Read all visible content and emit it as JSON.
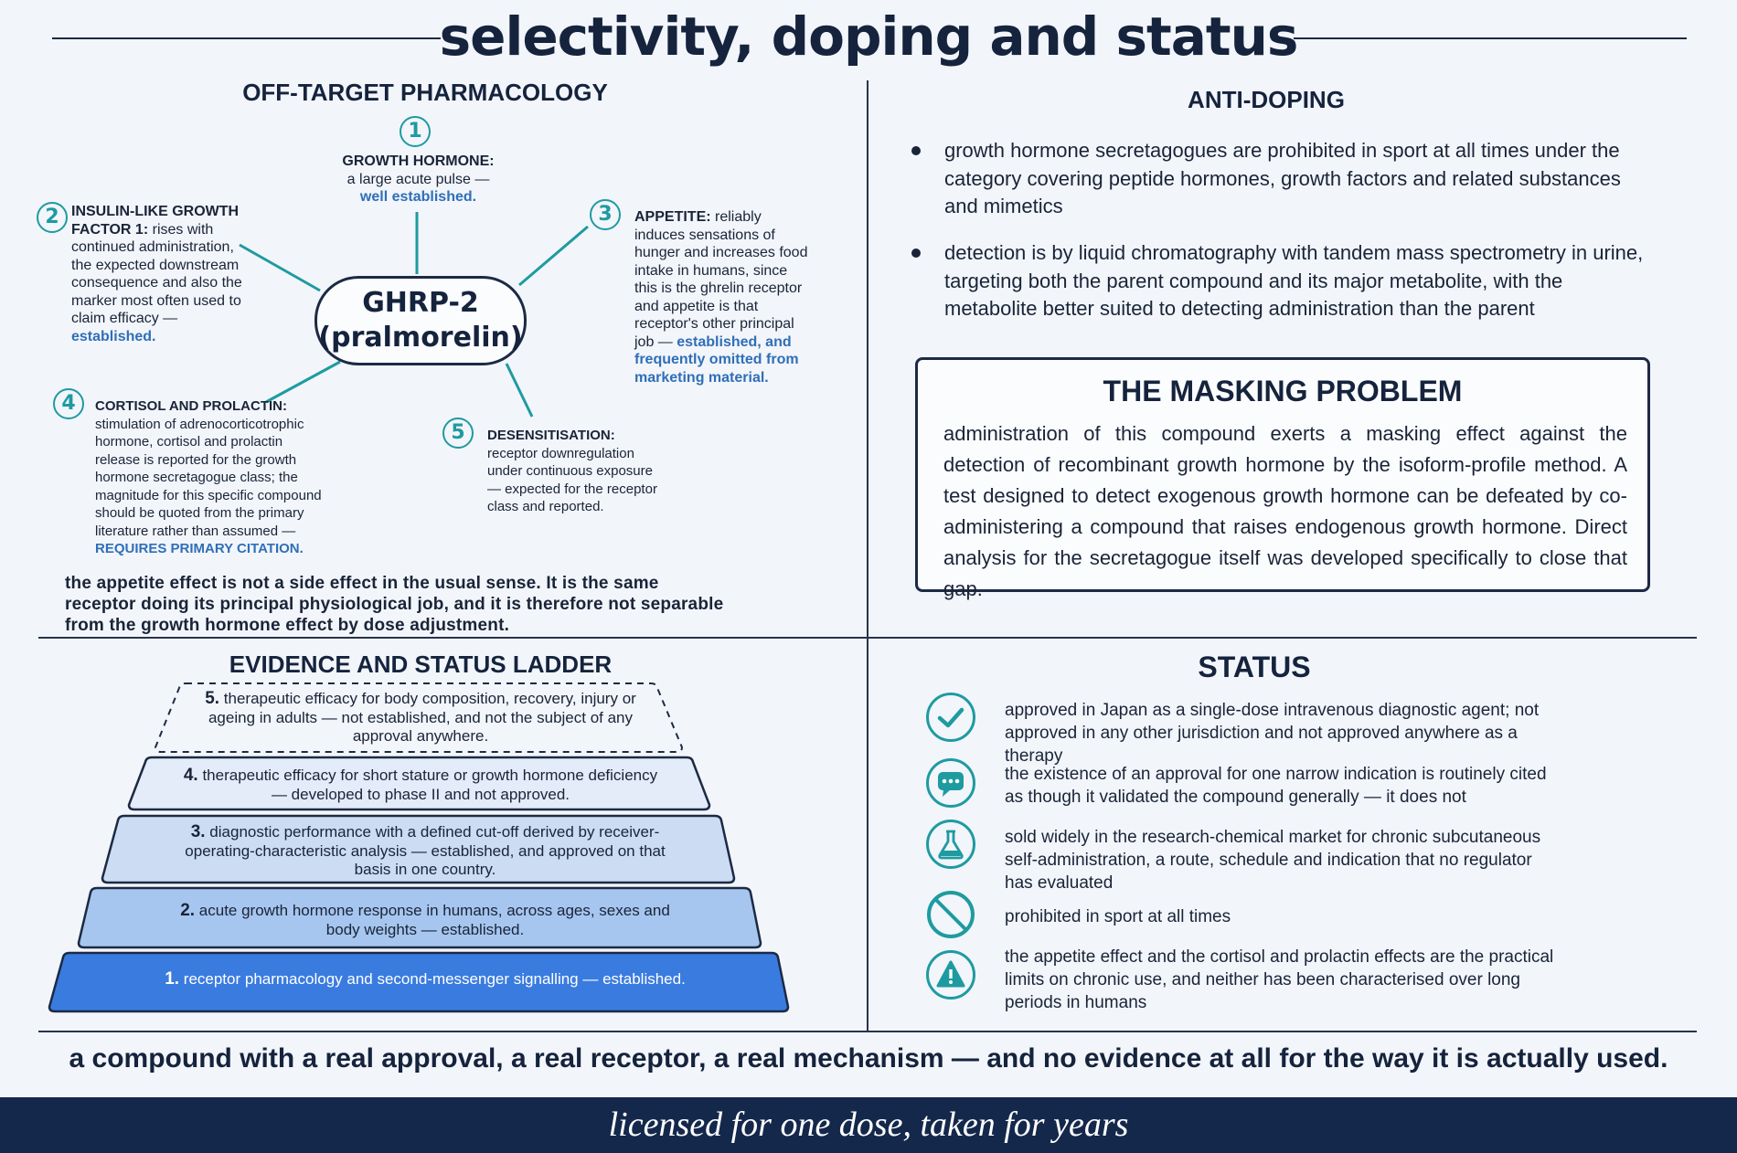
{
  "title": "selectivity, doping and status",
  "off_target": {
    "heading": "OFF-TARGET PHARMACOLOGY",
    "center": {
      "line1": "GHRP-2",
      "line2": "(pralmorelin)"
    },
    "nodes": [
      {
        "number": "1",
        "label": "GROWTH HORMONE:",
        "text": "a large acute pulse —",
        "status": "well established."
      },
      {
        "number": "2",
        "label": "INSULIN-LIKE GROWTH FACTOR 1:",
        "text": "rises with continued administration, the expected downstream consequence and also the marker most often used to claim efficacy —",
        "status": "established."
      },
      {
        "number": "3",
        "label": "APPETITE:",
        "text": "reliably induces sensations of hunger and increases food intake in humans, since this is the ghrelin receptor and appetite is that receptor's other principal job —",
        "status": "established, and frequently omitted from marketing material."
      },
      {
        "number": "4",
        "label": "CORTISOL AND PROLACTIN:",
        "text": "stimulation of adrenocorticotrophic hormone, cortisol and prolactin release is reported for the growth hormone secretagogue class; the magnitude for this specific compound should be quoted from the primary literature rather than assumed —",
        "status": "REQUIRES PRIMARY CITATION."
      },
      {
        "number": "5",
        "label": "DESENSITISATION:",
        "text": "receptor downregulation under continuous exposure — expected for the receptor class and reported."
      }
    ],
    "note": "the appetite effect is not a side effect in the usual sense. It is the same receptor doing its principal physiological job, and it is therefore not separable from the growth hormone effect by dose adjustment."
  },
  "anti_doping": {
    "heading": "ANTI-DOPING",
    "bullets": [
      "growth hormone secretagogues are prohibited in sport at all times under the category covering peptide hormones, growth factors and related substances and mimetics",
      "detection is by liquid chromatography with tandem mass spectrometry in urine, targeting both the parent compound and its major metabolite, with the metabolite better suited to detecting administration than the parent"
    ],
    "masking": {
      "title": "THE MASKING PROBLEM",
      "body": "administration of this compound exerts a masking effect against the detection of recombinant growth hormone by the isoform-profile method. A test designed to detect exogenous growth hormone can be defeated by co-administering a compound that raises endogenous growth hormone. Direct analysis for the secretagogue itself was developed specifically to close that gap."
    }
  },
  "ladder": {
    "heading": "EVIDENCE AND STATUS LADDER",
    "rungs": [
      {
        "number": "5.",
        "text": "therapeutic efficacy for body composition, recovery, injury or ageing in adults — not established, and not the subject of any approval anywhere.",
        "fill": "#f2f5fa",
        "dashed": true
      },
      {
        "number": "4.",
        "text": "therapeutic efficacy for short stature or growth hormone deficiency — developed to phase II and not approved.",
        "fill": "#e3ecf8",
        "dashed": false
      },
      {
        "number": "3.",
        "text": "diagnostic performance with a defined cut-off derived by receiver-operating-characteristic analysis — established, and approved on that basis in one country.",
        "fill": "#cbdcf3",
        "dashed": false
      },
      {
        "number": "2.",
        "text": "acute growth hormone response in humans, across ages, sexes and body weights — established.",
        "fill": "#a6c6ef",
        "dashed": false
      },
      {
        "number": "1.",
        "text": "receptor pharmacology and second-messenger signalling — established.",
        "fill": "#3a7be0",
        "dashed": false
      }
    ]
  },
  "status": {
    "heading": "STATUS",
    "items": [
      {
        "icon": "check-circle-icon",
        "text": "approved in Japan as a single-dose intravenous diagnostic agent; not approved in any other jurisdiction and not approved anywhere as a therapy"
      },
      {
        "icon": "speech-bubble-icon",
        "text": "the existence of an approval for one narrow indication is routinely cited as though it validated the compound generally — it does not"
      },
      {
        "icon": "flask-icon",
        "text": "sold widely in the research-chemical market for chronic subcutaneous self-administration, a route, schedule and indication that no regulator has evaluated"
      },
      {
        "icon": "prohibited-icon",
        "text": "prohibited in sport at all times"
      },
      {
        "icon": "warning-icon",
        "text": "the appetite effect and the cortisol and prolactin effects are the practical limits on chronic use, and neither has been characterised over long periods in humans"
      }
    ]
  },
  "closing": "a compound with a real approval, a real receptor, a real mechanism — and no evidence at all for the way it is actually used.",
  "footer": "licensed for one dose, taken for years",
  "colors": {
    "accent_teal": "#1e9ba0",
    "navy": "#14284b",
    "highlight_blue": "#2f6fb8"
  }
}
